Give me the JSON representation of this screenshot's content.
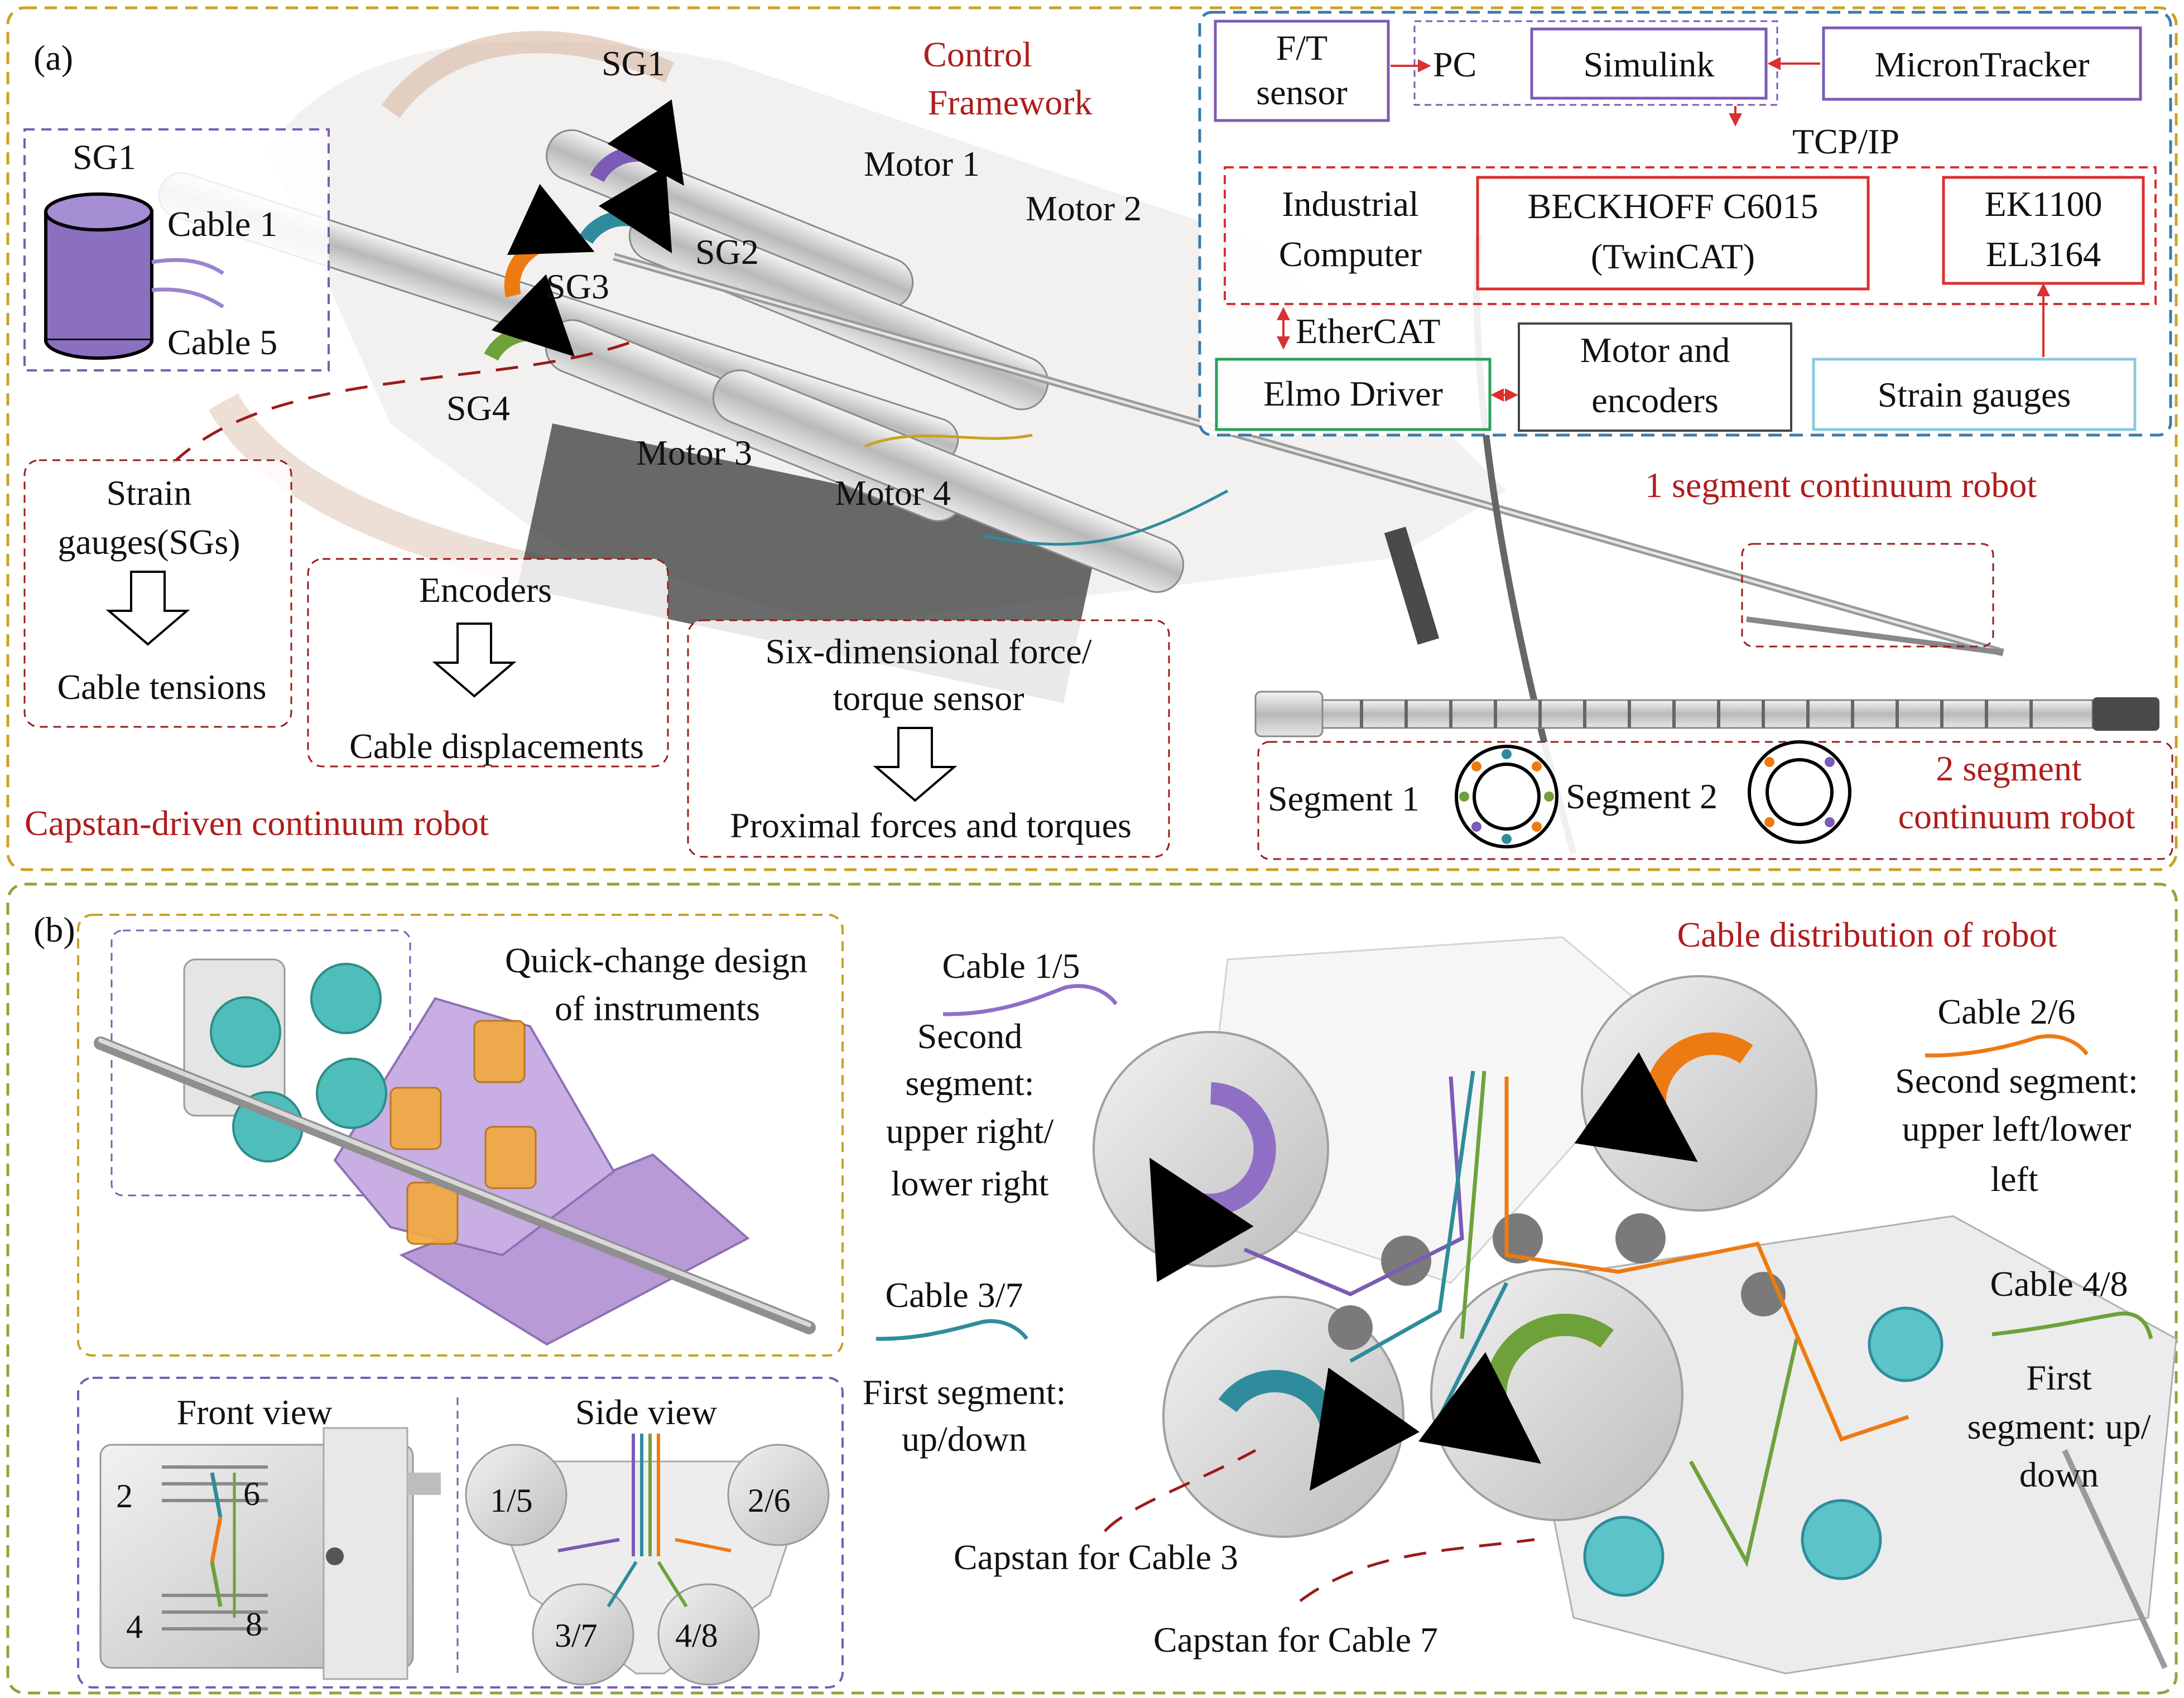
{
  "panel_a": {
    "label": "(a)",
    "sg_inset": {
      "title": "SG1",
      "cable_top": "Cable 1",
      "cable_bottom": "Cable 5"
    },
    "strain_gauges": {
      "line1": "SG1",
      "line2": "SG2",
      "line3": "SG3",
      "line4": "SG4"
    },
    "motors": {
      "m1": "Motor 1",
      "m2": "Motor 2",
      "m3": "Motor 3",
      "m4": "Motor 4"
    },
    "control_framework": {
      "line1": "Control",
      "line2": "Framework"
    },
    "control": {
      "ft_sensor_1": "F/T",
      "ft_sensor_2": "sensor",
      "pc": "PC",
      "simulink": "Simulink",
      "microntracker": "MicronTracker",
      "tcpip": "TCP/IP",
      "industrial_1": "Industrial",
      "industrial_2": "Computer",
      "beckhoff_1": "BECKHOFF C6015",
      "beckhoff_2": "(TwinCAT)",
      "ek_1": "EK1100",
      "ek_2": "EL3164",
      "ethercat": "EtherCAT",
      "elmo": "Elmo Driver",
      "motor_enc_1": "Motor  and",
      "motor_enc_2": "encoders",
      "strain_gauges": "Strain gauges"
    },
    "one_segment": "1 segment continuum robot",
    "sg_box": {
      "line1": "Strain",
      "line2": "gauges(SGs)",
      "line3": "Cable tensions"
    },
    "enc_box": {
      "line1": "Encoders",
      "line2": "Cable displacements"
    },
    "ft_box": {
      "line1": "Six-dimensional force/",
      "line2": "torque sensor",
      "line3": "Proximal forces and torques"
    },
    "capstan_title": "Capstan-driven continuum robot",
    "segment1": "Segment 1",
    "segment2": "Segment 2",
    "two_segment": {
      "line1": "2 segment",
      "line2": "continuum robot"
    }
  },
  "panel_b": {
    "label": "(b)",
    "quick_change": {
      "line1": "Quick-change design",
      "line2": "of instruments"
    },
    "front_view": "Front view",
    "side_view": "Side view",
    "front_labels": {
      "a": "2",
      "b": "6",
      "c": "4",
      "d": "8"
    },
    "side_labels": {
      "a": "1/5",
      "b": "2/6",
      "c": "3/7",
      "d": "4/8"
    },
    "cable_distribution": "Cable distribution of robot",
    "cable15": {
      "title": "Cable 1/5",
      "l1": "Second",
      "l2": "segment:",
      "l3": "upper right/",
      "l4": "lower right"
    },
    "cable26": {
      "title": "Cable 2/6",
      "l1": "Second segment:",
      "l2": "upper left/lower",
      "l3": "left"
    },
    "cable37": {
      "title": "Cable 3/7",
      "l1": "First segment:",
      "l2": "up/down"
    },
    "cable48": {
      "title": "Cable 4/8",
      "l1": "First",
      "l2": "segment: up/",
      "l3": "down"
    },
    "capstan3": "Capstan for Cable 3",
    "capstan7": "Capstan for Cable 7"
  },
  "colors": {
    "panel_a_border": "#c9a227",
    "panel_b_border": "#8aa83a",
    "purple": "#7b5bb5",
    "teal": "#2e8c9c",
    "orange": "#ee7a12",
    "green": "#6fa13a",
    "red_box": "#d93030",
    "dark_red": "#9b1b1b",
    "blue_dash": "#3a7bab",
    "green_box": "#2aa15a",
    "light_blue": "#8dc9dc"
  }
}
